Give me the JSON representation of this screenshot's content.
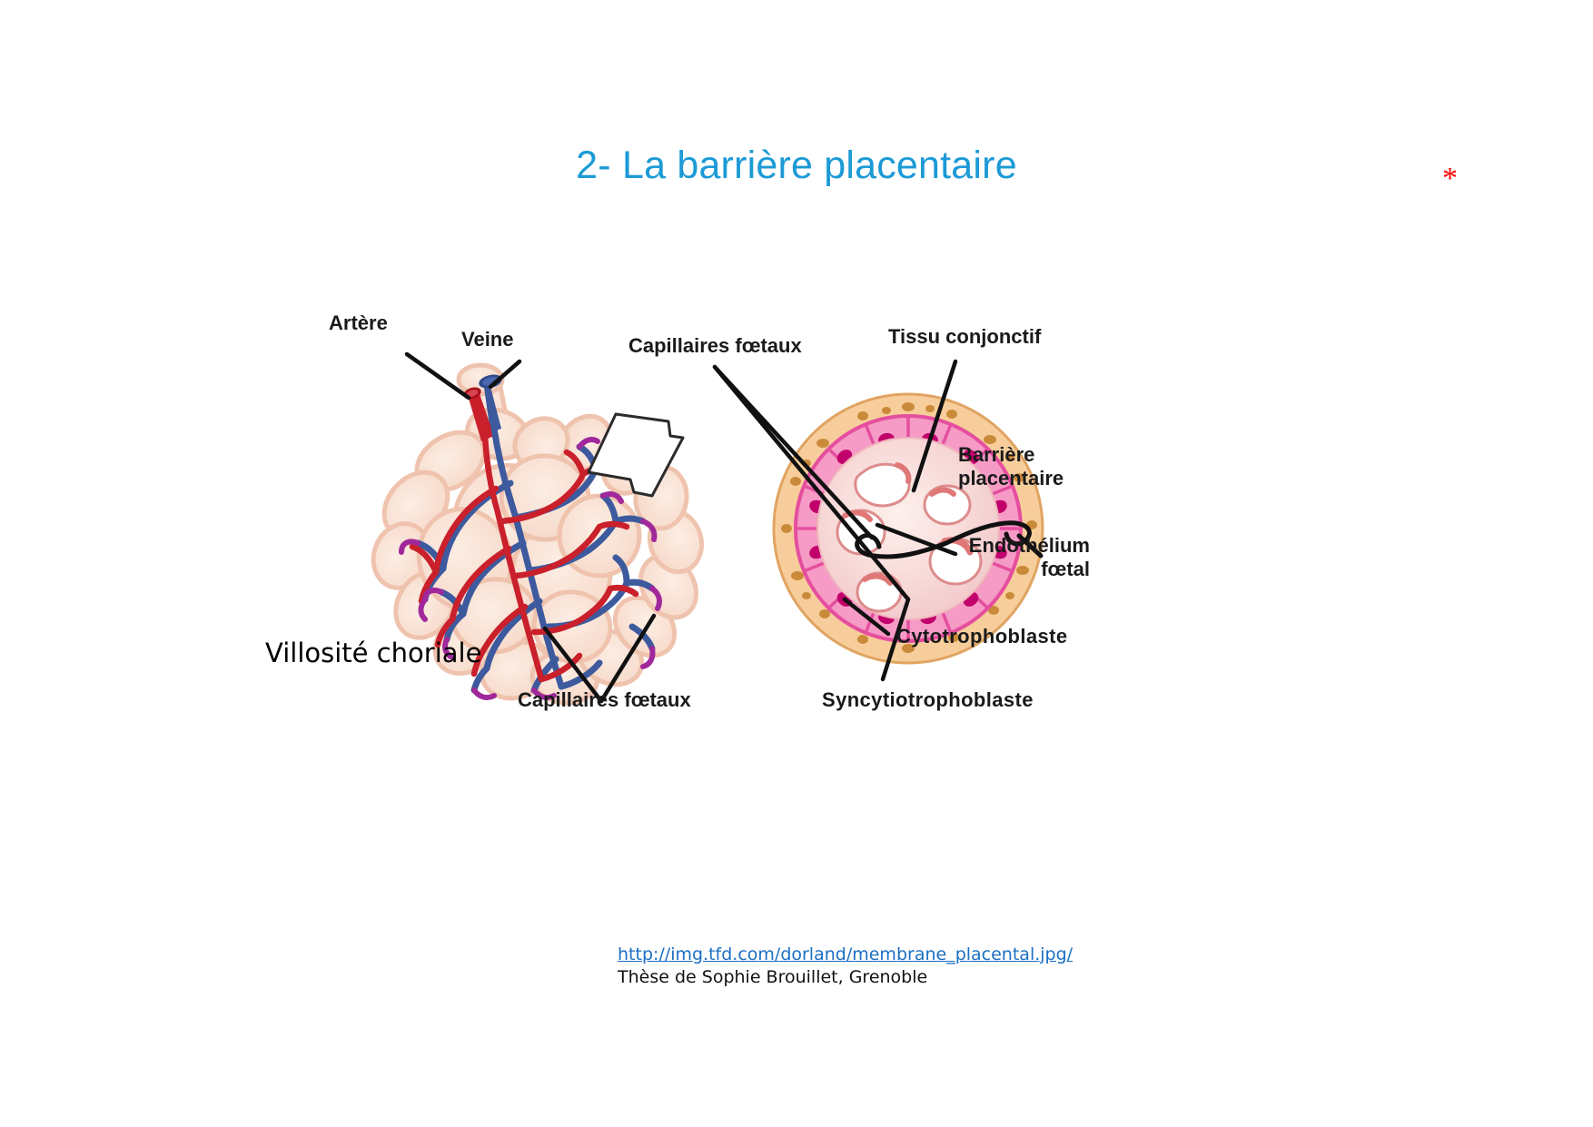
{
  "slide": {
    "title": "2- La barrière placentaire",
    "title_color": "#1B9AD6",
    "asterisk": "*",
    "asterisk_color": "#FF0000",
    "background_color": "#FFFFFF"
  },
  "figure": {
    "labels": {
      "artere": "Artère",
      "veine": "Veine",
      "capillaires_foetaux_top": "Capillaires fœtaux",
      "tissu_conjonctif": "Tissu conjonctif",
      "barriere_placentaire": "Barrière\nplacentaire",
      "endothelium_foetal": "Endothélium\nfœtal",
      "cytotrophoblaste": "Cytotrophoblaste",
      "capillaires_foetaux_bottom": "Capillaires fœtaux",
      "syncytiotrophoblaste": "Syncytiotrophoblaste"
    },
    "colors": {
      "artery_red": "#C9202B",
      "vein_blue": "#3D5A9E",
      "villus_stroma": "#F7DCCD",
      "villus_outline": "#EFC3AE",
      "syncytiotrophoblast_orange": "#F5C78D",
      "cytotrophoblast_pink": "#F06BB0",
      "cytotrophoblast_fill": "#F9A7CE",
      "nucleus_magenta": "#C2006B",
      "capillary_lumen": "#FFFFFF",
      "capillary_wall": "#E08A8A",
      "leader_line": "#111111"
    }
  },
  "overlay": {
    "villosite_choriale": "Villosité choriale"
  },
  "credits": {
    "url": "http://img.tfd.com/dorland/membrane_placental.jpg/",
    "url_color": "#1B6FC4",
    "thesis": "Thèse de Sophie Brouillet, Grenoble"
  }
}
